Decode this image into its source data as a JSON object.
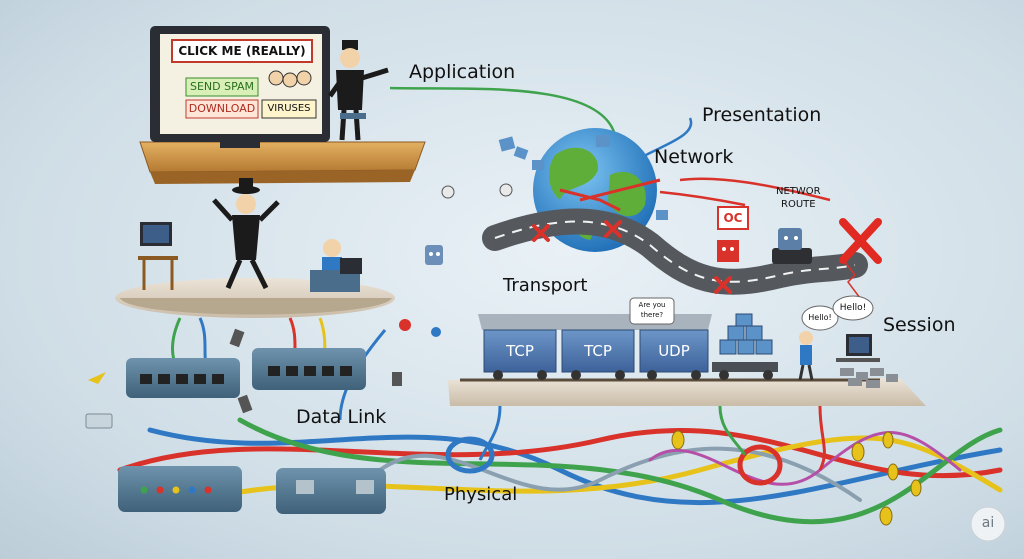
{
  "layers": {
    "application": "Application",
    "presentation": "Presentation",
    "network": "Network",
    "transport": "Transport",
    "session": "Session",
    "data_link": "Data Link",
    "physical": "Physical"
  },
  "monitor": {
    "headline": "CLICK ME (REALLY)",
    "send_spam": "SEND SPAM",
    "download": "DOWNLOAD",
    "viruses": "VIRUSES"
  },
  "network_scene": {
    "sign": "OC",
    "route_line1": "NETWOR",
    "route_line2": "ROUTE"
  },
  "train": {
    "cars": [
      "TCP",
      "TCP",
      "UDP"
    ],
    "speech": "Are you there?"
  },
  "session_speech": {
    "left": "Hello!",
    "right": "Hello!"
  },
  "watermark": "ai",
  "colors": {
    "cable_green": "#3fa34d",
    "cable_blue": "#2f78c4",
    "cable_red": "#d8322a",
    "cable_yellow": "#e7c21a",
    "globe_ocean": "#2f8fd6",
    "globe_land": "#5fae3a"
  }
}
